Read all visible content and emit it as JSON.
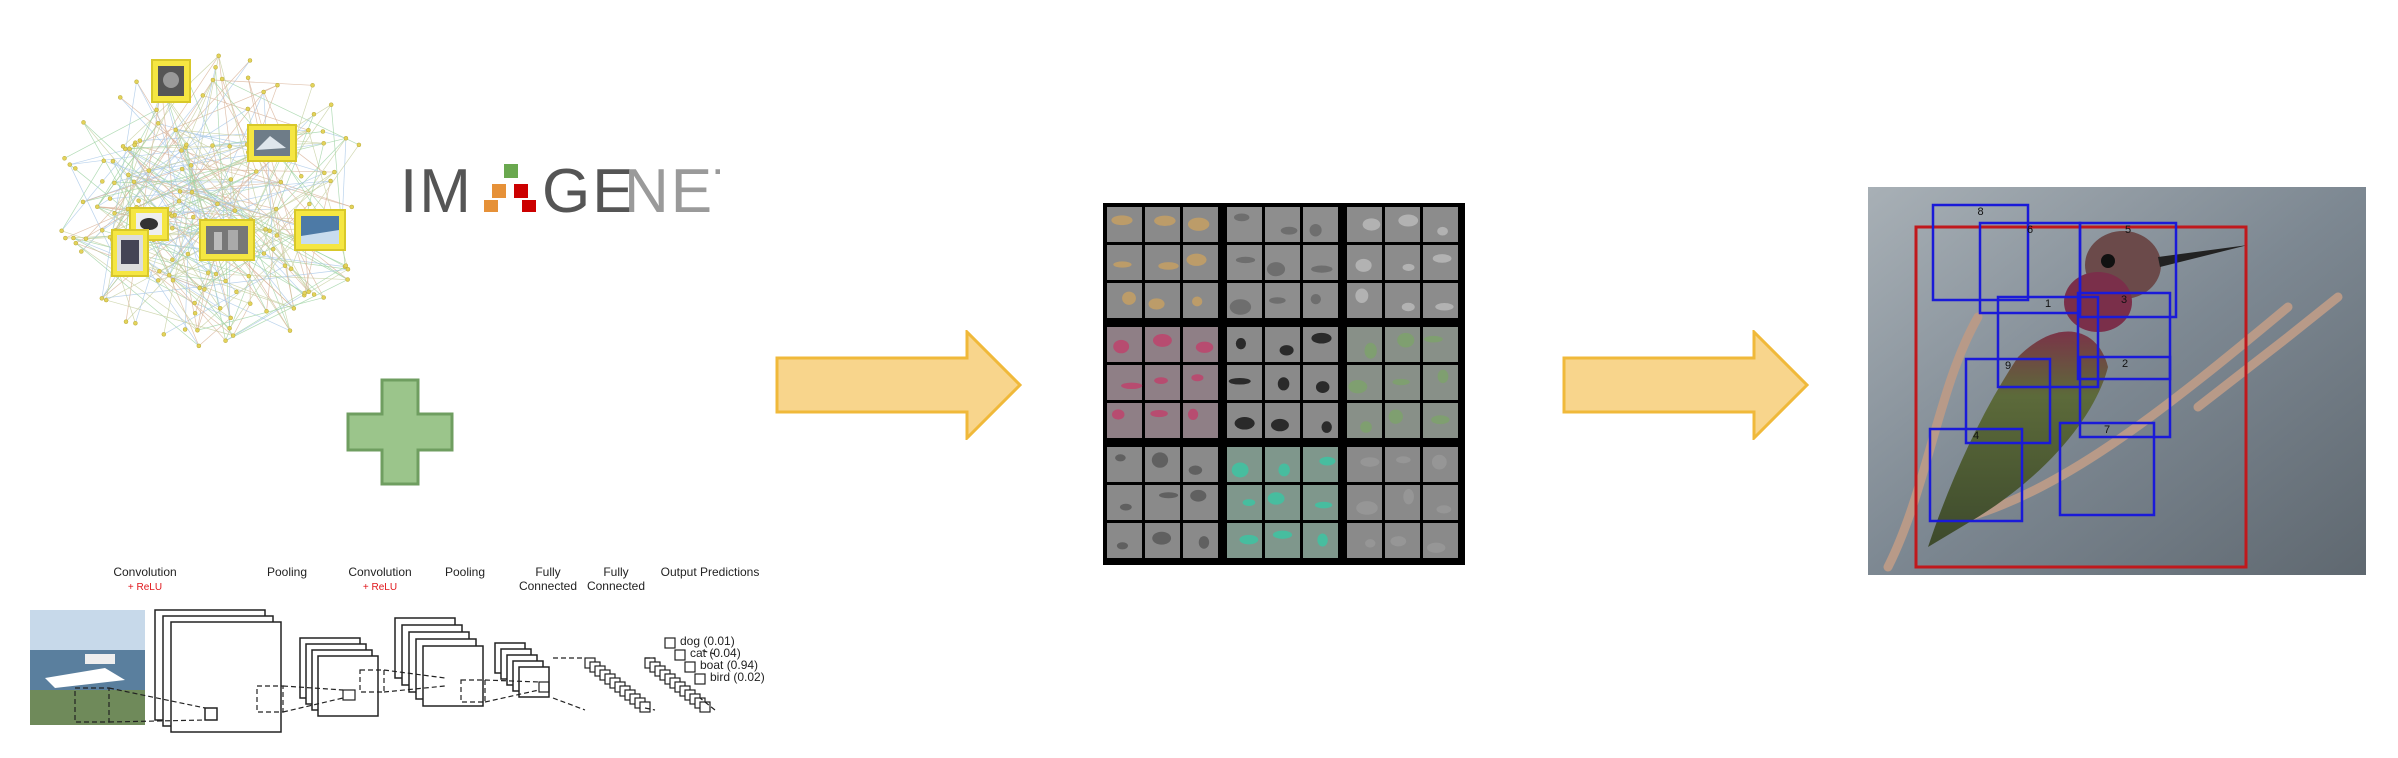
{
  "imagenet": {
    "logo_text": "IMAGENET",
    "logo_prefix": "IM",
    "logo_suffix_dark": "GE",
    "logo_suffix_light": "NET"
  },
  "cnn": {
    "stages": [
      {
        "label": "Convolution",
        "sub": "+ ReLU"
      },
      {
        "label": "Pooling",
        "sub": ""
      },
      {
        "label": "Convolution",
        "sub": "+ ReLU"
      },
      {
        "label": "Pooling",
        "sub": ""
      },
      {
        "label": "Fully\nConnected",
        "sub": ""
      },
      {
        "label": "Fully\nConnected",
        "sub": ""
      },
      {
        "label": "Output Predictions",
        "sub": ""
      }
    ],
    "predictions": [
      "dog (0.01)",
      "cat (0.04)",
      "boat (0.94)",
      "bird (0.02)"
    ]
  },
  "detection": {
    "box_labels": [
      "8",
      "6",
      "5",
      "1",
      "3",
      "9",
      "2",
      "4",
      "7"
    ]
  },
  "colors": {
    "arrow_fill": "#f8d58c",
    "arrow_stroke": "#f0b93a",
    "plus_fill": "#9bc58b",
    "plus_stroke": "#6f9e60",
    "logo_dark": "#555555",
    "logo_light": "#9a9a9a",
    "box_blue": "#1a1ad8",
    "box_red": "#c0181c",
    "relu_red": "#e0161b",
    "filter_bg": "#000000"
  }
}
